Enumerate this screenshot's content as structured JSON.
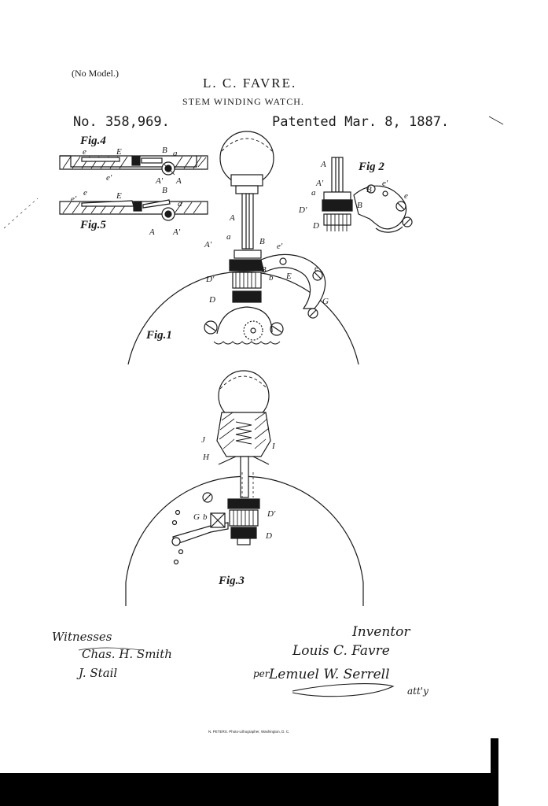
{
  "header": {
    "no_model": "(No Model.)",
    "inventor_name": "L. C. FAVRE.",
    "title": "STEM WINDING WATCH.",
    "patent_number": "No. 358,969.",
    "patent_date": "Patented Mar. 8, 1887."
  },
  "figures": {
    "fig1": "Fig.1",
    "fig2": "Fig 2",
    "fig3": "Fig.3",
    "fig4": "Fig.4",
    "fig5": "Fig.5"
  },
  "reference_letters": {
    "A": "A",
    "A_prime": "A'",
    "B": "B",
    "a": "a",
    "b": "b",
    "D": "D",
    "D_prime": "D'",
    "E": "E",
    "e": "e",
    "e_prime": "e'",
    "G": "G",
    "H": "H",
    "I": "I",
    "J": "J"
  },
  "signatures": {
    "witnesses_label": "Witnesses",
    "witness_1": "Chas. H. Smith",
    "witness_2": "J. Stail",
    "inventor_label": "Inventor",
    "inventor_signature": "Louis C. Favre",
    "attorney_prefix": "per",
    "attorney_signature": "Lemuel W. Serrell",
    "attorney_suffix": "att'y"
  },
  "footer": {
    "printer": "N. PETERS. Photo-Lithographer, Washington, D. C."
  },
  "colors": {
    "ink": "#1a1a1a",
    "paper": "#ffffff",
    "scan_border": "#000000"
  }
}
